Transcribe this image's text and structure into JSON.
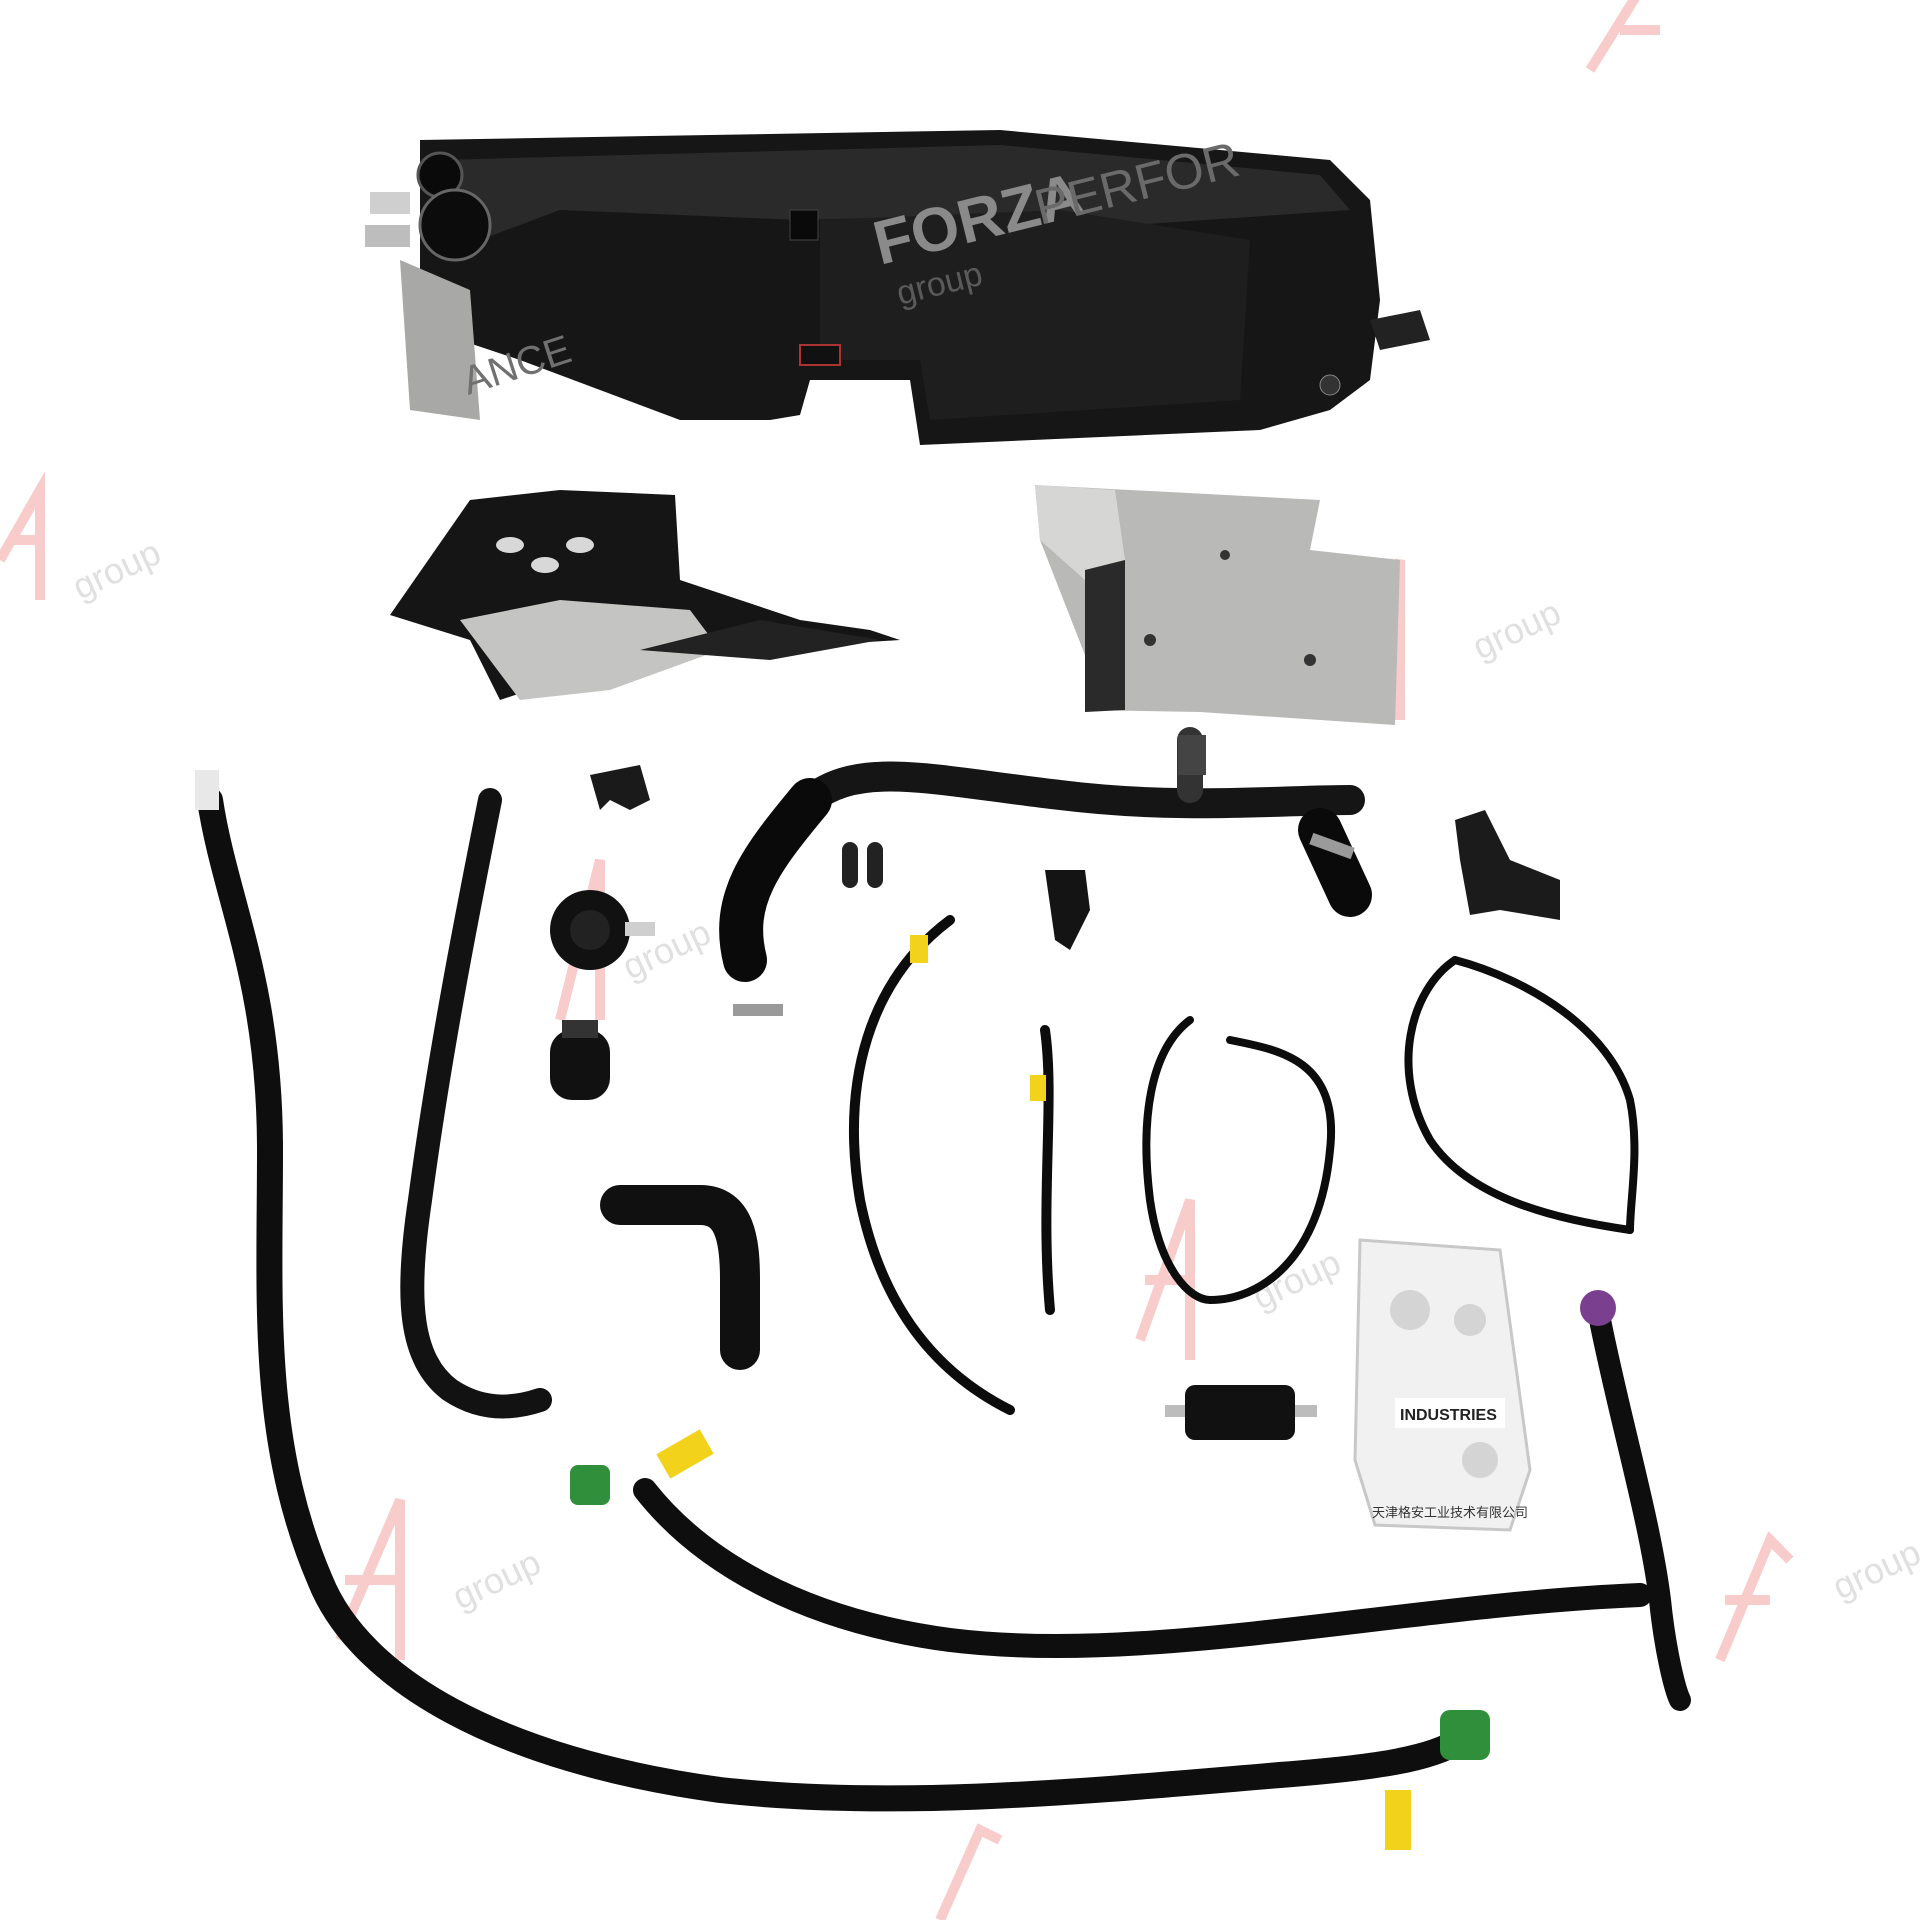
{
  "watermark": {
    "brand": "FORZA",
    "brand_suffix": "PERFOR",
    "sub": "group",
    "side_text": "ANCE",
    "logo_color": "#e8413e"
  },
  "hardware_bag": {
    "brand_label": "INDUSTRIES",
    "company_text": "天津格安工业技术有限公司"
  },
  "colors": {
    "tank": "#161616",
    "panel_light": "#b9b9b7",
    "hose": "#0e0e0e",
    "tag_yellow": "#f2d21b",
    "connector_green": "#2f8f3a",
    "connector_purple": "#7b3f8f"
  }
}
